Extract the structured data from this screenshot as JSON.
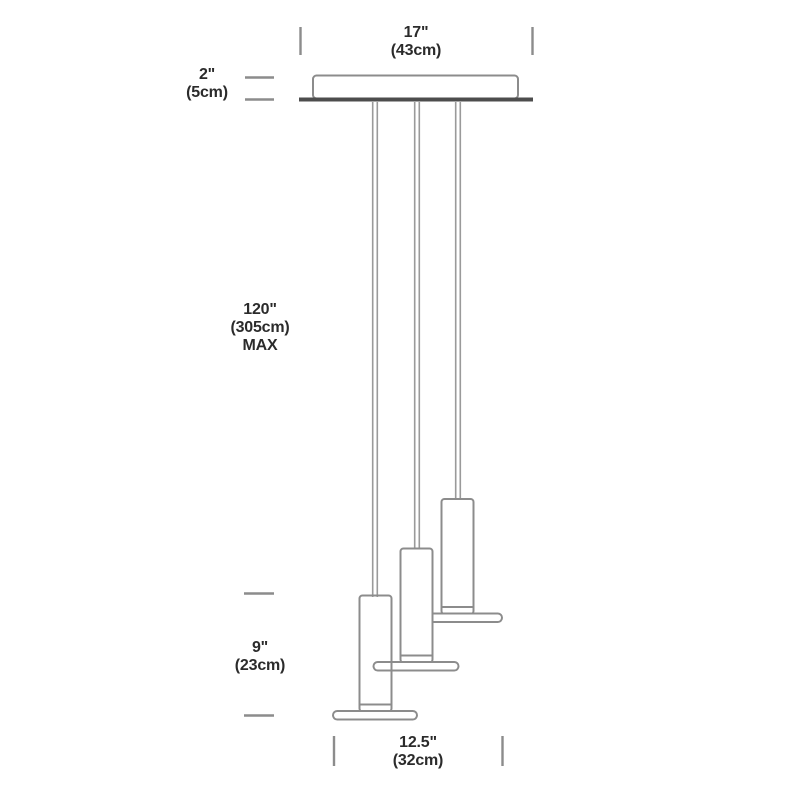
{
  "diagram": {
    "kind": "pendant-light-fixture-dimension-drawing",
    "pendant_count_visible": 3,
    "labels": {
      "canopy_width": {
        "inches": "17\"",
        "metric": "(43cm)"
      },
      "canopy_height": {
        "inches": "2\"",
        "metric": "(5cm)"
      },
      "max_drop": {
        "inches": "120\"",
        "metric": "(305cm)",
        "suffix": "MAX"
      },
      "pendant_height": {
        "inches": "9\"",
        "metric": "(23cm)"
      },
      "cluster_width": {
        "inches": "12.5\"",
        "metric": "(32cm)"
      }
    },
    "colors": {
      "outline": "#8c8c8c",
      "cord": "#9a9a9a",
      "plate": "#4d4d4d",
      "text": "#2b2b2b",
      "background": "#ffffff"
    }
  }
}
